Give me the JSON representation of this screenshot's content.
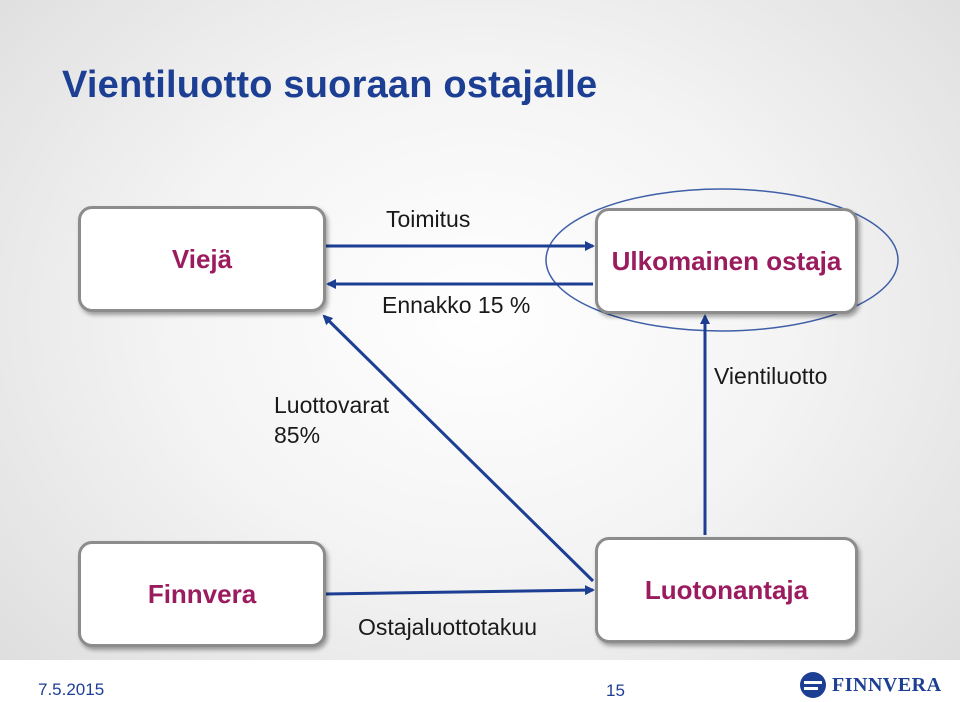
{
  "slide": {
    "title": "Vientiluotto suoraan ostajalle",
    "nodes": {
      "exporter": "Viejä",
      "foreign_buyer": "Ulkomainen ostaja",
      "finnvera": "Finnvera",
      "lender": "Luotonantaja"
    },
    "labels": {
      "delivery": "Toimitus",
      "advance": "Ennakko 15 %",
      "credit_funds_line1": "Luottovarat",
      "credit_funds_line2": "85%",
      "export_credit": "Vientiluotto",
      "buyer_credit_guarantee": "Ostajaluottotakuu"
    },
    "colors": {
      "title": "#1c3f94",
      "node_text": "#9b1c5e",
      "arrow": "#1c3f94",
      "highlight_ellipse": "#3f5fa8"
    }
  },
  "footer": {
    "date": "7.5.2015",
    "page": "15",
    "logo_text": "FINNVERA"
  }
}
